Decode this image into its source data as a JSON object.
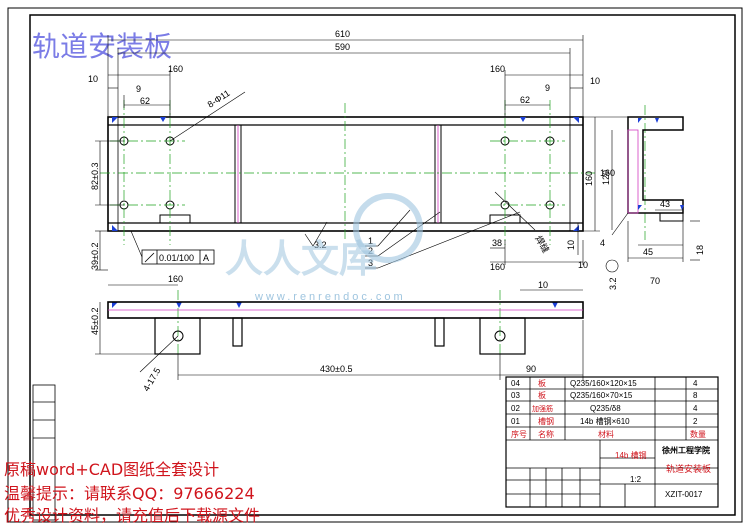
{
  "title": "轨道安装板",
  "watermark": {
    "text": "人人文库",
    "url": "www.renrendoc.com"
  },
  "promo": [
    "原稿word+CAD图纸全套设计",
    "温馨提示：请联系QQ：97666224",
    "优秀设计资料，请充值后下载源文件"
  ],
  "dims": {
    "d610": "610",
    "d590": "590",
    "d160a": "160",
    "d160b": "160",
    "d10a": "10",
    "d10b": "10",
    "d9a": "9",
    "d9b": "9",
    "d62a": "62",
    "d62b": "62",
    "hole": "8-Φ11",
    "d82": "82±0.3",
    "d39": "39±0.2",
    "d160v": "160",
    "d10v": "10",
    "d38": "38",
    "d160c": "160",
    "d10c": "10",
    "d32": "3.2",
    "tol": "0.01/100",
    "datum": "A",
    "c1": "1",
    "c2": "2",
    "c3": "3",
    "ov160": "160",
    "ov10": "10",
    "ov45": "45±0.2",
    "ov4": "4-17.5",
    "ov430": "430±0.5",
    "ov90": "90",
    "weld": "焊缝",
    "s120": "120",
    "s160": "160",
    "s43": "43",
    "s4": "4",
    "s45": "45",
    "s70": "70",
    "s18": "18",
    "s32": "3.2"
  },
  "bom": {
    "rows": [
      {
        "no": "04",
        "name": "板",
        "spec": "Q235/160×120×15",
        "qty": "4"
      },
      {
        "no": "03",
        "name": "板",
        "spec": "Q235/160×70×15",
        "qty": "8"
      },
      {
        "no": "02",
        "name": "加强筋",
        "spec": "Q235/δ8",
        "qty": "4"
      },
      {
        "no": "01",
        "name": "槽钢",
        "spec": "14b 槽钢×610",
        "qty": "2"
      }
    ],
    "header": {
      "no": "序号",
      "name": "名称",
      "spec": "材料",
      "qty": "数量"
    }
  },
  "titleblock": {
    "school": "徐州工程学院",
    "material": "14b 槽钢",
    "drawing_name": "轨道安装板",
    "drawing_no": "XZIT-0017",
    "scale": "1:2"
  }
}
